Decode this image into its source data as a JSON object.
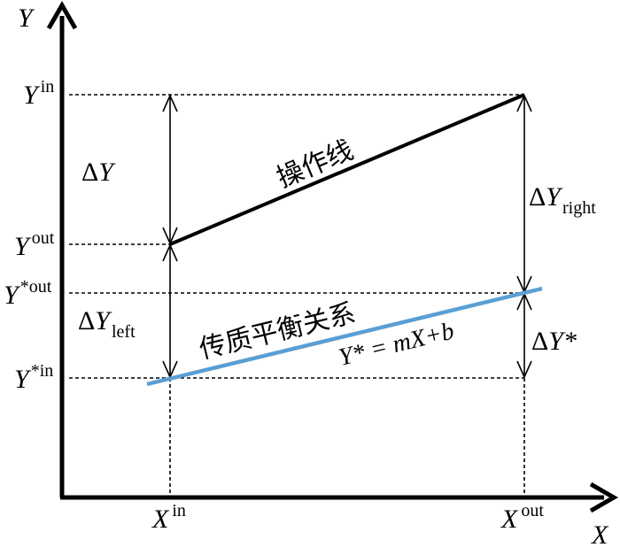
{
  "axes": {
    "y_label": "Y",
    "x_label": "X"
  },
  "ticks": {
    "y_in": {
      "base": "Y",
      "sup": "in"
    },
    "y_out": {
      "base": "Y",
      "sup": "out"
    },
    "y_star_out": {
      "base": "Y",
      "sup": "*out"
    },
    "y_star_in": {
      "base": "Y",
      "sup": "*in"
    },
    "x_in": {
      "base": "X",
      "sup": "in"
    },
    "x_out": {
      "base": "X",
      "sup": "out"
    }
  },
  "annotations": {
    "delta_y": {
      "delta": "Δ",
      "base": "Y"
    },
    "delta_y_right": {
      "delta": "Δ",
      "base": "Y",
      "sub": "right"
    },
    "delta_y_left": {
      "delta": "Δ",
      "base": "Y",
      "sub": "left"
    },
    "delta_y_star": {
      "delta": "Δ",
      "base": "Y*"
    }
  },
  "lines": {
    "operating_line_label": "操作线",
    "equilibrium_label": "传质平衡关系",
    "equilibrium_equation": "Y* = mX+b",
    "equilibrium_color": "#5a9fd4",
    "operating_color": "#000000"
  }
}
